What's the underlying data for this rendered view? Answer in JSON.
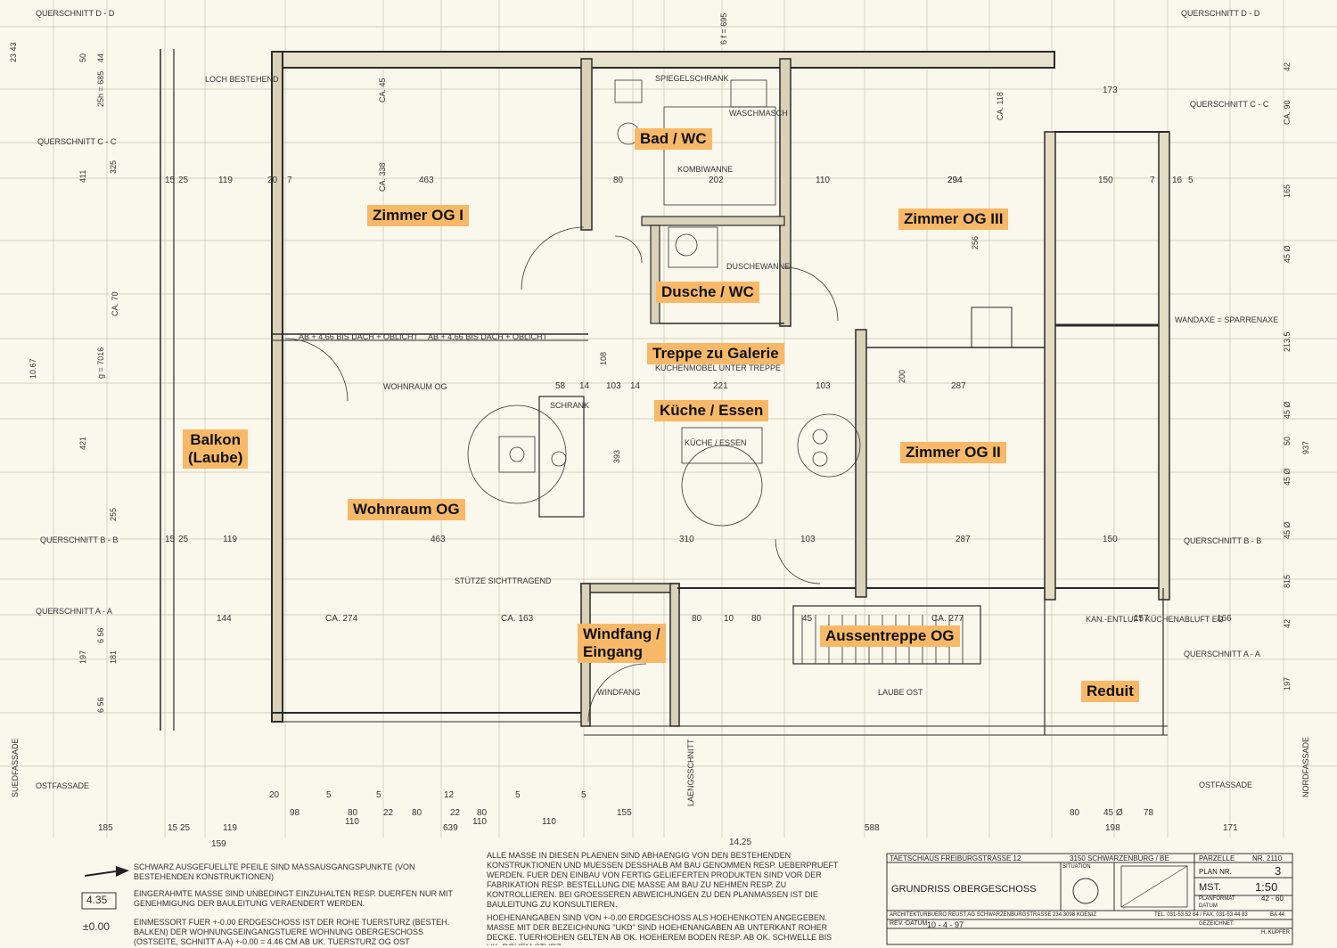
{
  "rooms": {
    "zimmer_og_1": "Zimmer OG I",
    "bad_wc": "Bad / WC",
    "zimmer_og_3": "Zimmer OG III",
    "dusche_wc": "Dusche / WC",
    "treppe_galerie": "Treppe zu Galerie",
    "kueche_essen": "Küche / Essen",
    "balkon": "Balkon\n(Laube)",
    "zimmer_og_2": "Zimmer OG II",
    "wohnraum_og": "Wohnraum OG",
    "windfang": "Windfang /\nEingang",
    "aussentreppe": "Aussentreppe OG",
    "reduit": "Reduit"
  },
  "plan_labels": {
    "querschnitt_dd": "QUERSCHNITT D - D",
    "querschnitt_cc": "QUERSCHNITT C - C",
    "querschnitt_bb": "QUERSCHNITT B - B",
    "querschnitt_aa": "QUERSCHNITT A - A",
    "ostfassade": "OSTFASSADE",
    "suedfassade": "SUEDFASSADE",
    "nordfassade": "NORDFASSADE",
    "laengsschnitt": "LAENGSSCHNITT",
    "wandaxe": "WANDAXE = SPARRENAXE",
    "loch": "LOCH BESTEHEND",
    "wohnraum_small": "WOHNRAUM OG",
    "kueche_small": "KÜCHE / ESSEN",
    "windfang_small": "WINDFANG",
    "laube_ost": "LAUBE OST",
    "schrank": "SCHRANK",
    "waschmasch": "WASCHMASCH",
    "duschewanne": "DUSCHEWANNE",
    "kombiwanne": "KOMBIWANNE",
    "spiegelschrank": "SPIEGELSCHRANK",
    "kuechenmoebel": "KÜCHENMÖBEL UNTER TREPPE",
    "ab_466_1": "AB + 4.66 BIS DACH + OBLICHT",
    "ab_466_2": "AB + 4.66 BIS DACH + OBLICHT",
    "stuetze": "STÜTZE SICHTTRAGEND",
    "kan_entluft": "KAN.-ENTLUFT KÜCHENABLUFT EG"
  },
  "dimensions": {
    "top_row": [
      "15",
      "25",
      "119",
      "20",
      "7",
      "463",
      "80",
      "202",
      "110",
      "294",
      "150",
      "7",
      "16",
      "5"
    ],
    "mid_row": [
      "15",
      "25",
      "119",
      "463",
      "310",
      "103",
      "287",
      "150"
    ],
    "low_row": [
      "144",
      "CA. 274",
      "CA. 163",
      "80",
      "10",
      "80",
      "45",
      "CA. 277",
      "157",
      "166"
    ],
    "bottom_row1": [
      "20",
      "5",
      "5",
      "12",
      "5",
      "5",
      "98",
      "80",
      "22",
      "80",
      "22",
      "80",
      "155",
      "80",
      "45 Ø",
      "78"
    ],
    "bottom_row2": [
      "185",
      "15",
      "25",
      "119",
      "639",
      "110",
      "110",
      "110",
      "588",
      "198",
      "171"
    ],
    "bottom_row3": [
      "159",
      "14.25"
    ],
    "left_col": [
      "23 43",
      "50",
      "44",
      "25",
      "h = 685",
      "411",
      "325",
      "g = 7016",
      "10.67",
      "421",
      "255",
      "197",
      "181",
      "6 56",
      "6 56"
    ],
    "right_col": [
      "42",
      "CA. 90",
      "165",
      "45 Ø",
      "213.5",
      "45 Ø",
      "50",
      "937",
      "45 Ø",
      "45 Ø",
      "815",
      "42",
      "197"
    ],
    "top_misc": [
      "173",
      "294",
      "221",
      "103",
      "287",
      "58",
      "14",
      "103",
      "14",
      "393",
      "108",
      "200",
      "256",
      "CA. 118",
      "CA. 338",
      "CA. 45",
      "CA. 70"
    ],
    "top_right_note": "6 f = 695"
  },
  "notes": {
    "arrows": "SCHWARZ AUSGEFUELLTE PFEILE SIND MASSAUSGANGSPUNKTE (VON BESTEHENDEN KONSTRUKTIONEN)",
    "boxed_value": "4.35",
    "boxed": "EINGERAHMTE MASSE SIND UNBEDINGT EINZUHALTEN RESP. DUERFEN NUR MIT GENEHMIGUNG DER BAULEITUNG VERAENDERT WERDEN.",
    "zero_value": "±0.00",
    "zero": "EINMESSORT FUER +-0.00 ERDGESCHOSS IST DER ROHE TUERSTURZ (BESTEH. BALKEN) DER WOHNUNGSEINGANGSTUERE WOHNUNG OBERGESCHOSS (OSTSEITE, SCHNITT A-A) +-0.00 = 4.46 CM AB UK. TUERSTURZ OG OST",
    "mid1": "ALLE MASSE IN DIESEN PLAENEN SIND ABHAENGIG VON DEN BESTEHENDEN KONSTRUKTIONEN UND MUESSEN DESSHALB AM BAU GENOMMEN RESP. UEBERPRUEFT WERDEN. FUER DEN EINBAU VON FERTIG GELIEFERTEN PRODUKTEN SIND VOR DER FABRIKATION RESP. BESTELLUNG DIE MASSE AM BAU ZU NEHMEN RESP. ZU KONTROLLIEREN. BEI GROESSEREN ABWEICHUNGEN ZU DEN PLANMASSEN IST DIE BAULEITUNG ZU KONSULTIEREN.",
    "mid2": "HOEHENANGABEN SIND VON +-0.00 ERDGESCHOSS ALS HOEHENKOTEN ANGEGEBEN. MASSE MIT DER BEZEICHNUNG \"UKD\" SIND HOEHENANGABEN AB UNTERKANT ROHER DECKE. TUERHOEHEN GELTEN AB OK. HOEHEREM BODEN RESP. AB OK. SCHWELLE BIS UK. ROHEM STURZ."
  },
  "title_block": {
    "project": "TAETSCHIAUS FREIBURGSTRASSE 12",
    "location": "3150 SCHWARZENBURG / BE",
    "parzelle_label": "PARZELLE",
    "parzelle_nr": "NR. 2110",
    "plan_nr_label": "PLAN NR.",
    "plan_nr": "3",
    "title": "GRUNDRISS OBERGESCHOSS",
    "situation": "SITUATION",
    "mst_label": "MST.",
    "mst": "1:50",
    "planformat_label": "PLANFORMAT",
    "planformat": "42 - 60",
    "datum_label": "DATUM",
    "architect": "ARCHITEKTURBUERO REUST AG SCHWARZENBURGSTRASSE 234 3098 KOENIZ",
    "tel": "TEL. 031-53 52 84 / FAX. 031-53 44 83",
    "rev_label": "REV.-DATUM",
    "date": "10 - 4 - 97",
    "gezeichnet_label": "GEZEICHNET:",
    "gezeichnet": "H. KUPFER",
    "ba": "BA 44"
  }
}
